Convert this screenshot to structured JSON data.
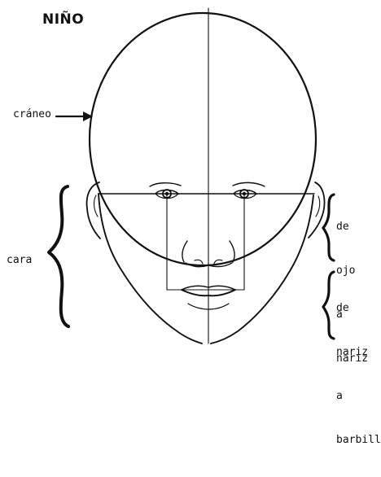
{
  "title": "NIÑO",
  "labels": {
    "skull": "cráneo",
    "face": "cara",
    "eye_to_nose": [
      "de",
      "ojo",
      "a",
      "nariz"
    ],
    "nose_to_chin": [
      "de",
      "nariz",
      "a",
      "barbilla"
    ]
  }
}
